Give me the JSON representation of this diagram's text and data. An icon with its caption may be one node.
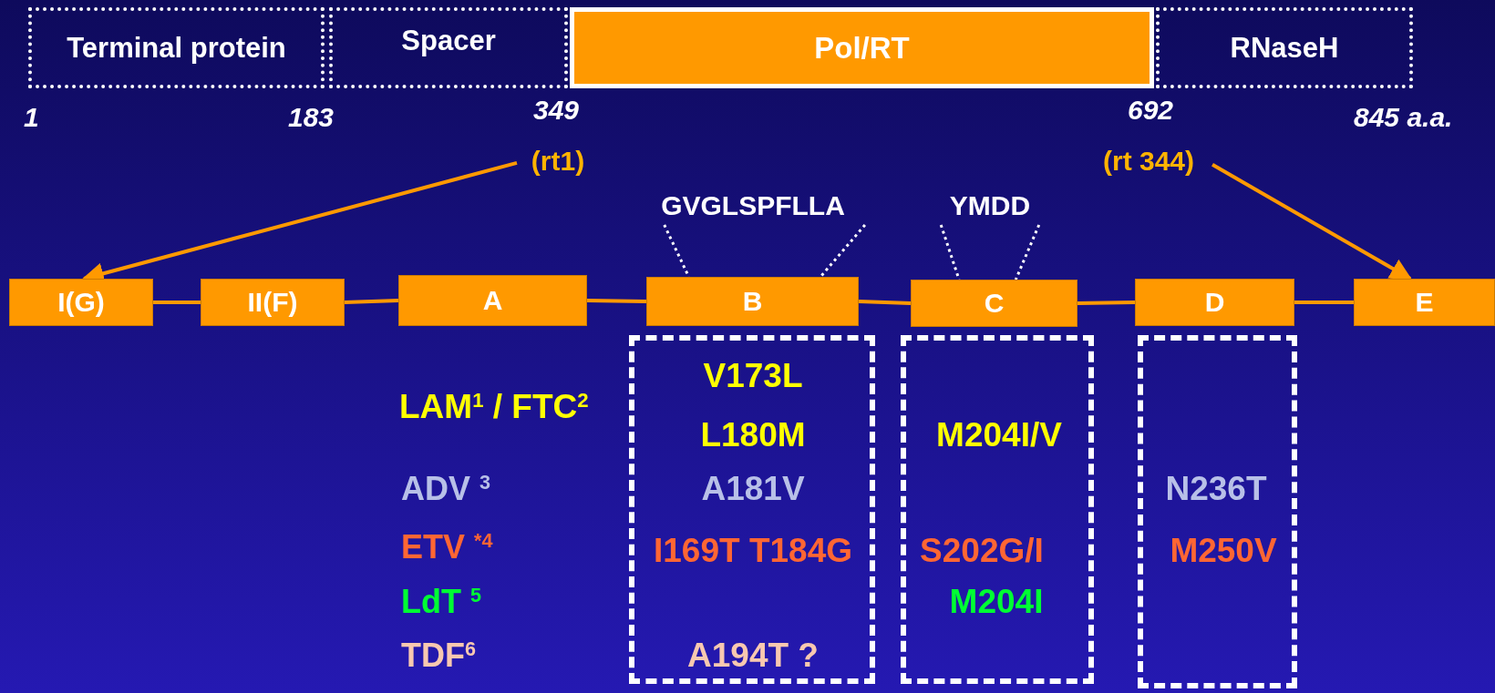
{
  "diagram": {
    "nodes": [
      {
        "text": [
          "Terminal protein"
        ]
      },
      {
        "text": [
          "Spacer"
        ]
      },
      {
        "text": [
          "Pol/RT"
        ]
      },
      {
        "text": [
          "RNaseH"
        ]
      },
      {
        "text": [
          "(rt1)"
        ]
      },
      {
        "text": [
          "(rt 344)"
        ]
      },
      {
        "text": [
          "I(G)"
        ]
      },
      {
        "text": [
          "II(F)"
        ]
      },
      {
        "text": [
          "A"
        ]
      },
      {
        "text": [
          "B"
        ]
      },
      {
        "text": [
          "C"
        ]
      },
      {
        "text": [
          "D"
        ]
      },
      {
        "text": [
          "E"
        ]
      },
      {
        "text": [
          "GVGLSPFLLA"
        ]
      },
      {
        "text": [
          "YMDD"
        ]
      },
      {
        "text": [
          "V173L",
          "L180M",
          "A181V",
          "I169T T184G",
          "A194T ?"
        ]
      },
      {
        "text": [
          "M204I/V",
          "S202G/I",
          "M204I"
        ]
      },
      {
        "text": [
          "N236T",
          "M250V"
        ]
      }
    ],
    "edges": [
      {
        "from": 4,
        "to": 6,
        "arrow": "to"
      },
      {
        "from": 5,
        "to": 12,
        "arrow": "to"
      },
      {
        "from": 6,
        "to": 7,
        "arrow": "none"
      },
      {
        "from": 7,
        "to": 8,
        "arrow": "none"
      },
      {
        "from": 8,
        "to": 9,
        "arrow": "none"
      },
      {
        "from": 9,
        "to": 10,
        "arrow": "none"
      },
      {
        "from": 10,
        "to": 11,
        "arrow": "none"
      },
      {
        "from": 11,
        "to": 12,
        "arrow": "none"
      },
      {
        "from": 13,
        "to": 9,
        "arrow": "none",
        "style": "dashed",
        "color": "#ffffff"
      },
      {
        "from": 13,
        "to": 9,
        "arrow": "none",
        "style": "dashed",
        "color": "#ffffff"
      },
      {
        "from": 14,
        "to": 10,
        "arrow": "none",
        "style": "dashed",
        "color": "#ffffff"
      },
      {
        "from": 14,
        "to": 10,
        "arrow": "none",
        "style": "dashed",
        "color": "#ffffff"
      }
    ],
    "labels": [
      "1",
      "183",
      "349",
      "692",
      "845 a.a.",
      "LAM$^{1}$ / FTC$^{2}$",
      "ADV $^{3}$",
      "ETV $^{*4}$",
      "LdT $^{5}$",
      "TDF$^{6}$"
    ]
  }
}
